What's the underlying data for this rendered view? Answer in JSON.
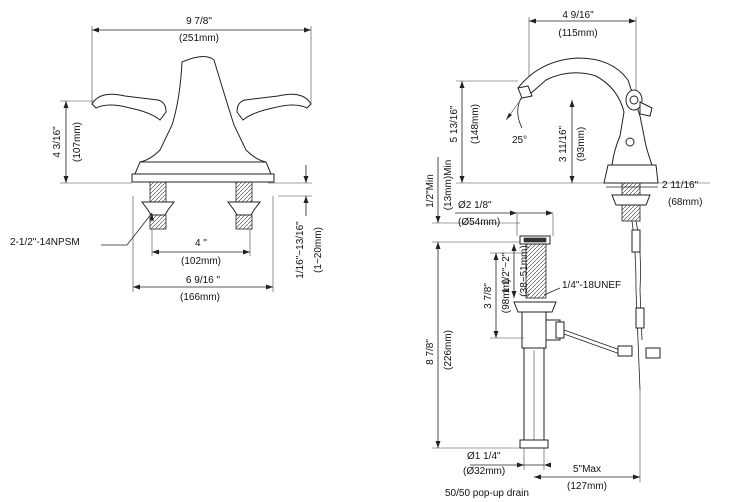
{
  "front_view": {
    "overall_width_in": "9 7/8\"",
    "overall_width_mm": "(251mm)",
    "height_in": "4 3/16\"",
    "height_mm": "(107mm)",
    "thread_label": "2-1/2\"-14NPSM",
    "center_in": "4 \"",
    "center_mm": "(102mm)",
    "base_in": "6 9/16   \"",
    "base_mm": "(166mm)",
    "deck_in": "1/16\"~13/16\"",
    "deck_mm": "(1~20mm)"
  },
  "side_view": {
    "reach_in": "4 9/16\"",
    "reach_mm": "(115mm)",
    "angle": "25°",
    "spout_height_in": "5 13/16\"",
    "spout_height_mm": "(148mm)",
    "outlet_height_in": "3 11/16\"",
    "outlet_height_mm": "(93mm)",
    "base_depth_in": "2 11/16\"",
    "base_depth_mm": "(68mm)"
  },
  "drain_view": {
    "min_in": "1/2\"Min",
    "min_mm": "(13mm)Min",
    "flange_dia_in": "Ø2 1/8\"",
    "flange_dia_mm": "(Ø54mm)",
    "thread_label": "1/4\"-18UNEF",
    "body_in": "3 7/8\"",
    "body_mm": "(98mm)",
    "range_in": "1 1/2\"~2\"",
    "range_mm": "(38~51mm)",
    "total_in": "8 7/8\"",
    "total_mm": "(226mm)",
    "tail_dia_in": "Ø1 1/4\"",
    "tail_dia_mm": "(Ø32mm)",
    "max_in": "5\"Max",
    "max_mm": "(127mm)",
    "caption": "50/50 pop-up drain"
  }
}
